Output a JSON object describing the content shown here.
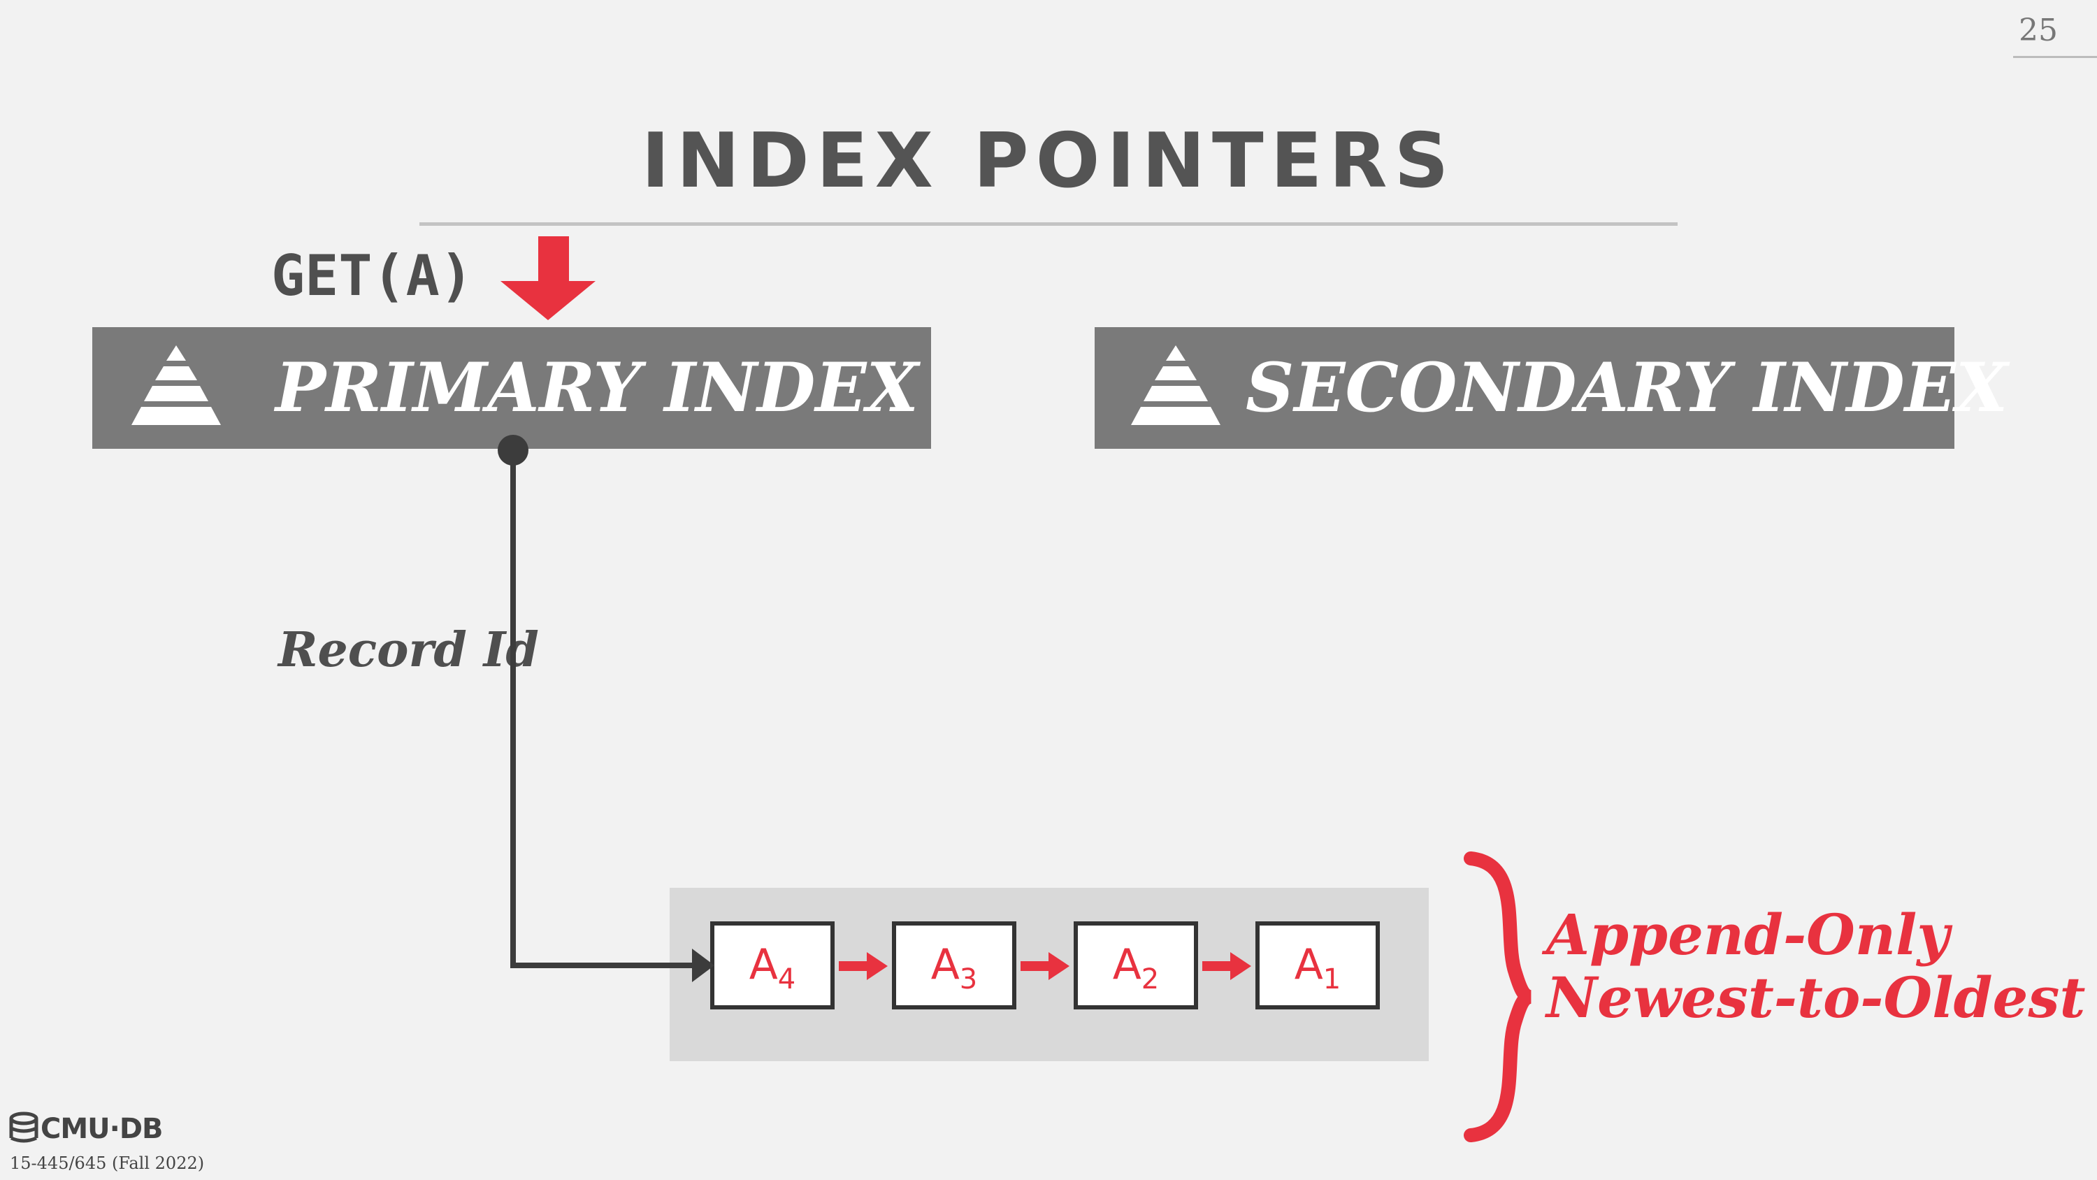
{
  "page_number": "25",
  "title": "INDEX POINTERS",
  "query": "GET(A)",
  "primary_index": {
    "label": "PRIMARY INDEX",
    "icon": "tree-pyramid-icon"
  },
  "secondary_index": {
    "label": "SECONDARY INDEX",
    "icon": "tree-pyramid-icon"
  },
  "pointer_label": "Record Id",
  "version_chain": [
    {
      "base": "A",
      "sub": "4"
    },
    {
      "base": "A",
      "sub": "3"
    },
    {
      "base": "A",
      "sub": "2"
    },
    {
      "base": "A",
      "sub": "1"
    }
  ],
  "annotation": {
    "line1": "Append-Only",
    "line2": "Newest-to-Oldest"
  },
  "footer": {
    "logo": "CMU·DB",
    "course": "15-445/645 (Fall 2022)"
  },
  "colors": {
    "accent_red": "#e8323f",
    "box_gray": "#7a7a7a",
    "text_dark": "#545454"
  }
}
